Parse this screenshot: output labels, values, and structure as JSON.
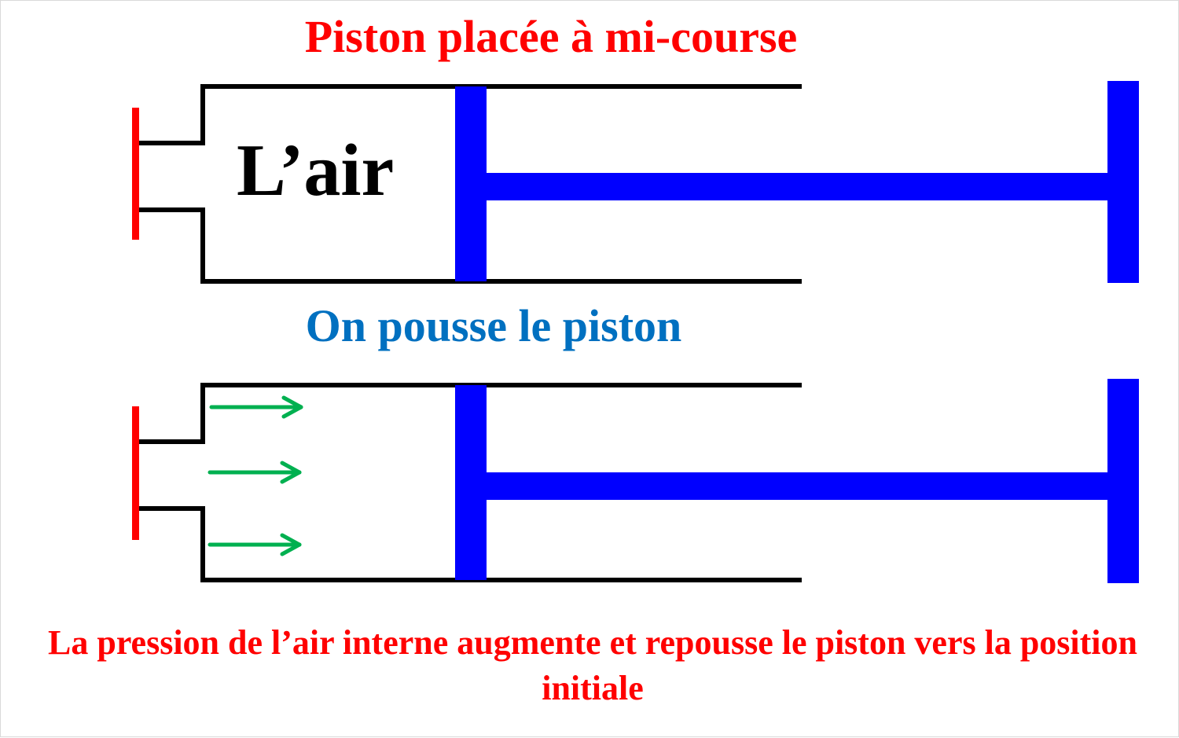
{
  "title": "Piston placée à mi-course",
  "air_label": "L’air",
  "push_label": "On pousse le piston",
  "caption": "La pression de l’air interne augmente et repousse le piston vers la position initiale",
  "colors": {
    "title": "#ff0000",
    "push_label": "#0070c0",
    "caption": "#ff0000",
    "cylinder": "#000000",
    "plug": "#ff0000",
    "piston": "#0000ff",
    "arrows": "#00b050"
  }
}
